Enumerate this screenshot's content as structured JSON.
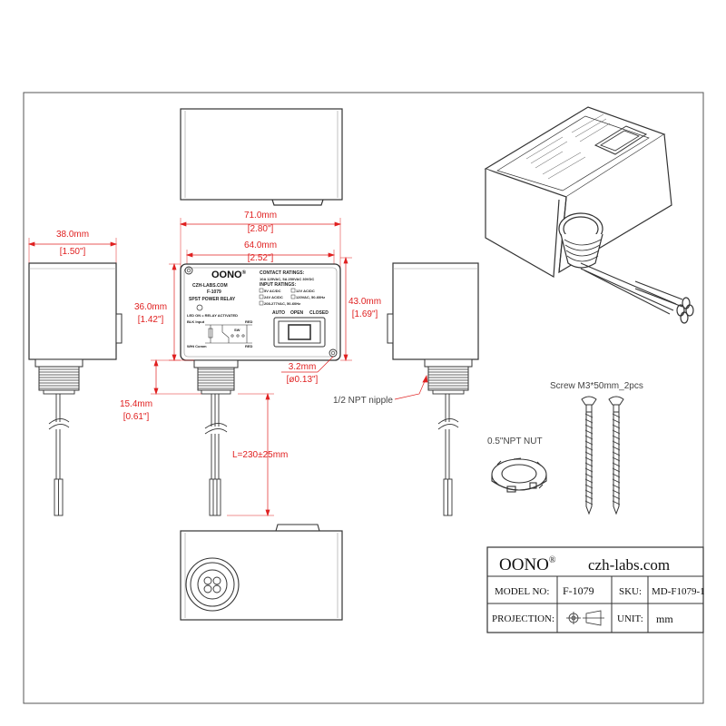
{
  "dimensions": {
    "total_width": {
      "mm": "71.0mm",
      "in": "[2.80\"]"
    },
    "hole_pitch": {
      "mm": "64.0mm",
      "in": "[2.52\"]"
    },
    "depth": {
      "mm": "38.0mm",
      "in": "[1.50\"]"
    },
    "body_height": {
      "mm": "36.0mm",
      "in": "[1.42\"]"
    },
    "total_height": {
      "mm": "43.0mm",
      "in": "[1.69\"]"
    },
    "hole_diameter": {
      "mm": "3.2mm",
      "in": "[ø0.13\"]"
    },
    "nipple_length": {
      "mm": "15.4mm",
      "in": "[0.61\"]"
    },
    "lead_length": "L=230±25mm"
  },
  "callouts": {
    "nipple": "1/2 NPT nipple",
    "nut": "0.5\"NPT NUT",
    "screws": "Screw M3*50mm_2pcs"
  },
  "label": {
    "brand": "OONO",
    "reg": "®",
    "site": "CZH-LABS.COM",
    "model": "F-1079",
    "product": "SPST POWER RELAY",
    "contact_title": "CONTACT RATINGS:",
    "contact_value": "10A 125VAC, 5A 250VAC 30VDC",
    "input_title": "INPUT RATINGS:",
    "inputs": [
      "5V AC/DC",
      "12V AC/DC",
      "24V AC/DC",
      "120VAC, 50-60Hz",
      "208-277VAC, 50-60Hz"
    ],
    "led_note": "LED ON = RELAY ACTIVATED",
    "blk_input": "BLK Input",
    "wht_comm": "WHt Comm",
    "red": "RED",
    "sw": "SW",
    "switch_labels": [
      "AUTO",
      "OPEN",
      "CLOSED"
    ]
  },
  "title_block": {
    "brand": "OONO",
    "reg": "®",
    "website": "czh-labs.com",
    "model_label": "MODEL NO:",
    "model_value": "F-1079",
    "sku_label": "SKU:",
    "sku_value": "MD-F1079-1",
    "projection_label": "PROJECTION:",
    "unit_label": "UNIT:",
    "unit_value": "mm"
  },
  "colors": {
    "dimension": "#e02020",
    "outline": "#333333",
    "background": "#ffffff"
  }
}
